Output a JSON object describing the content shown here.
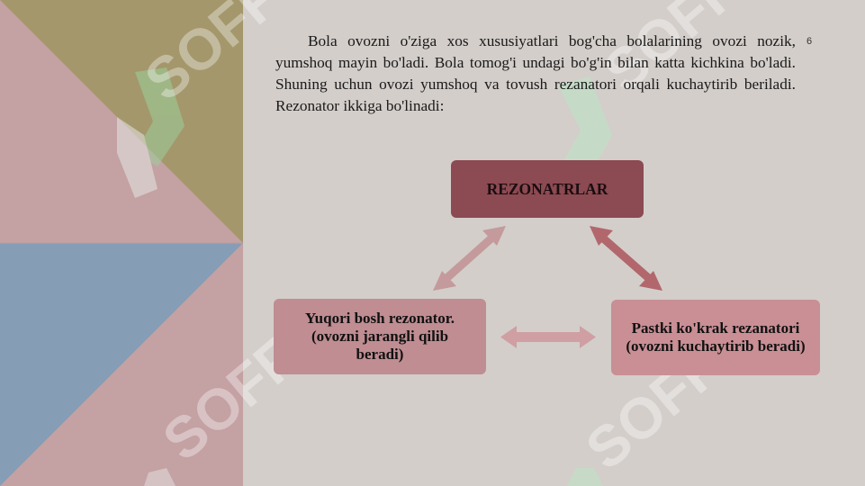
{
  "slide": {
    "page_number": "6",
    "paragraph": "Bola ovozni o'ziga xos xususiyatlari bog'cha bolalarining ovozi nozik, yumshoq mayin bo'ladi. Bola tomog'i undagi bo'g'in bilan katta kichkina bo'ladi. Shuning uchun ovozi yumshoq va tovush rezanatori orqali kuchaytirib beriladi. Rezonator ikkiga bo'linadi:"
  },
  "diagram": {
    "top_node": "REZONATRLAR",
    "left_node": "Yuqori bosh rezonator. (ovozni jarangli qilib beradi)",
    "right_node": "Pastki ko'krak rezanatori (ovozni kuchaytirib beradi)"
  },
  "watermark": {
    "text": "SOFF"
  },
  "colors": {
    "panel_olive": "#a4976b",
    "panel_pink": "#c4a1a3",
    "panel_blue": "#869db6",
    "node_top": "#8c4a52",
    "node_left": "#bf8d92",
    "node_right": "#c98f95",
    "arrow_left": "#c49a9c",
    "arrow_right": "#b2676d",
    "arrow_bottom": "#cf9fa3"
  }
}
